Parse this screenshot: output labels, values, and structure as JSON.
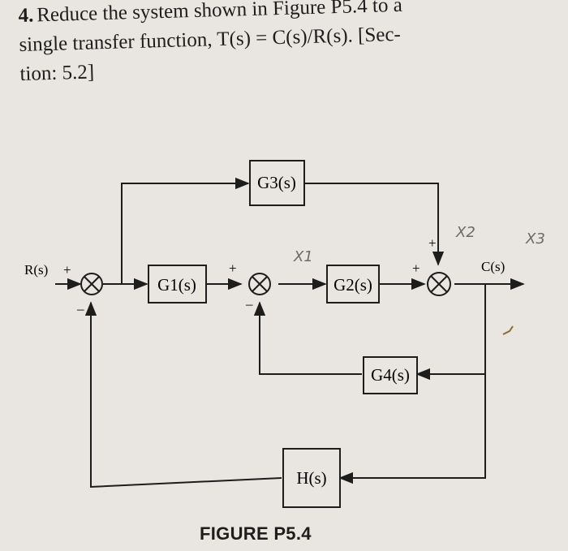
{
  "problem": {
    "number": "4.",
    "line1": "Reduce the system shown in Figure P5.4 to a",
    "line2": "single transfer function, T(s) = C(s)/R(s). [Sec-",
    "line3": "tion: 5.2]"
  },
  "diagram": {
    "blocks": {
      "g1": "G1(s)",
      "g2": "G2(s)",
      "g3": "G3(s)",
      "g4": "G4(s)",
      "h": "H(s)"
    },
    "signals": {
      "input": "R(s)",
      "output": "C(s)"
    },
    "signs": {
      "sum1_plus": "+",
      "sum1_minus": "–",
      "sum2_plus": "+",
      "sum2_minus": "–",
      "sum3_plus_left": "+",
      "sum3_plus_top": "+"
    },
    "handwriting": {
      "x1": "X1",
      "x2": "X2",
      "x3": "X3"
    }
  },
  "caption": "FIGURE P5.4"
}
